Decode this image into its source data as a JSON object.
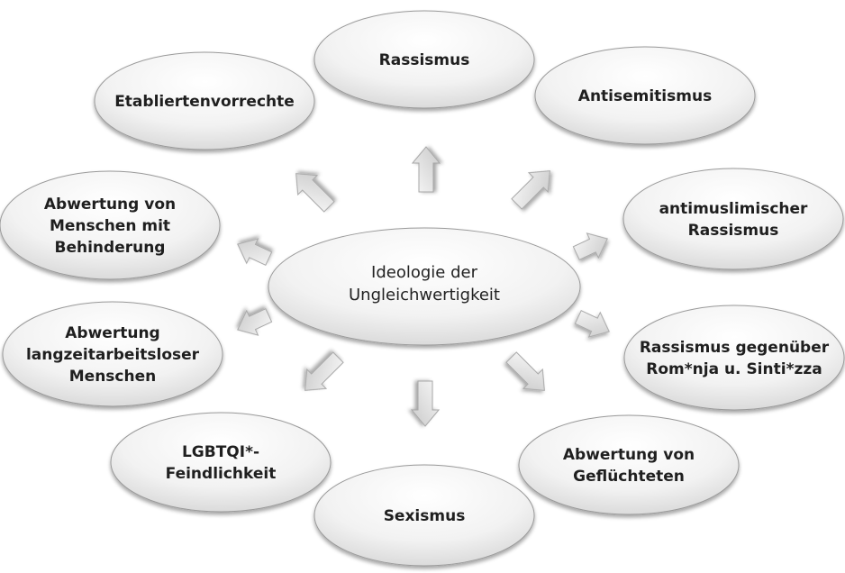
{
  "center": {
    "label": [
      "Ideologie der",
      "Ungleichwertigkeit"
    ]
  },
  "nodes": [
    {
      "id": "rassismus",
      "label": [
        "Rassismus"
      ]
    },
    {
      "id": "antisemitismus",
      "label": [
        "Antisemitismus"
      ]
    },
    {
      "id": "antimuslimischer-rassismus",
      "label": [
        "antimuslimischer",
        "Rassismus"
      ]
    },
    {
      "id": "rassismus-rom-sinti",
      "label": [
        "Rassismus gegenüber",
        "Rom*nja u. Sinti*zza"
      ]
    },
    {
      "id": "abwertung-gefluechtete",
      "label": [
        "Abwertung von",
        "Geflüchteten"
      ]
    },
    {
      "id": "sexismus",
      "label": [
        "Sexismus"
      ]
    },
    {
      "id": "lgbtqi-feindlichkeit",
      "label": [
        "LGBTQI*-",
        "Feindlichkeit"
      ]
    },
    {
      "id": "abwertung-langzeitarbeitslose",
      "label": [
        "Abwertung",
        "langzeitarbeitsloser",
        "Menschen"
      ]
    },
    {
      "id": "abwertung-behinderung",
      "label": [
        "Abwertung von",
        "Menschen mit",
        "Behinderung"
      ]
    },
    {
      "id": "etabliertenvorrechte",
      "label": [
        "Etabliertenvorrechte"
      ]
    }
  ],
  "colors": {
    "ellipse_light": "#ffffff",
    "ellipse_dark": "#dcdcdc",
    "ellipse_stroke": "#9a9a9a",
    "arrow_light": "#f4f4f4",
    "arrow_dark": "#cfcfcf",
    "arrow_stroke": "#a8a8a8"
  }
}
